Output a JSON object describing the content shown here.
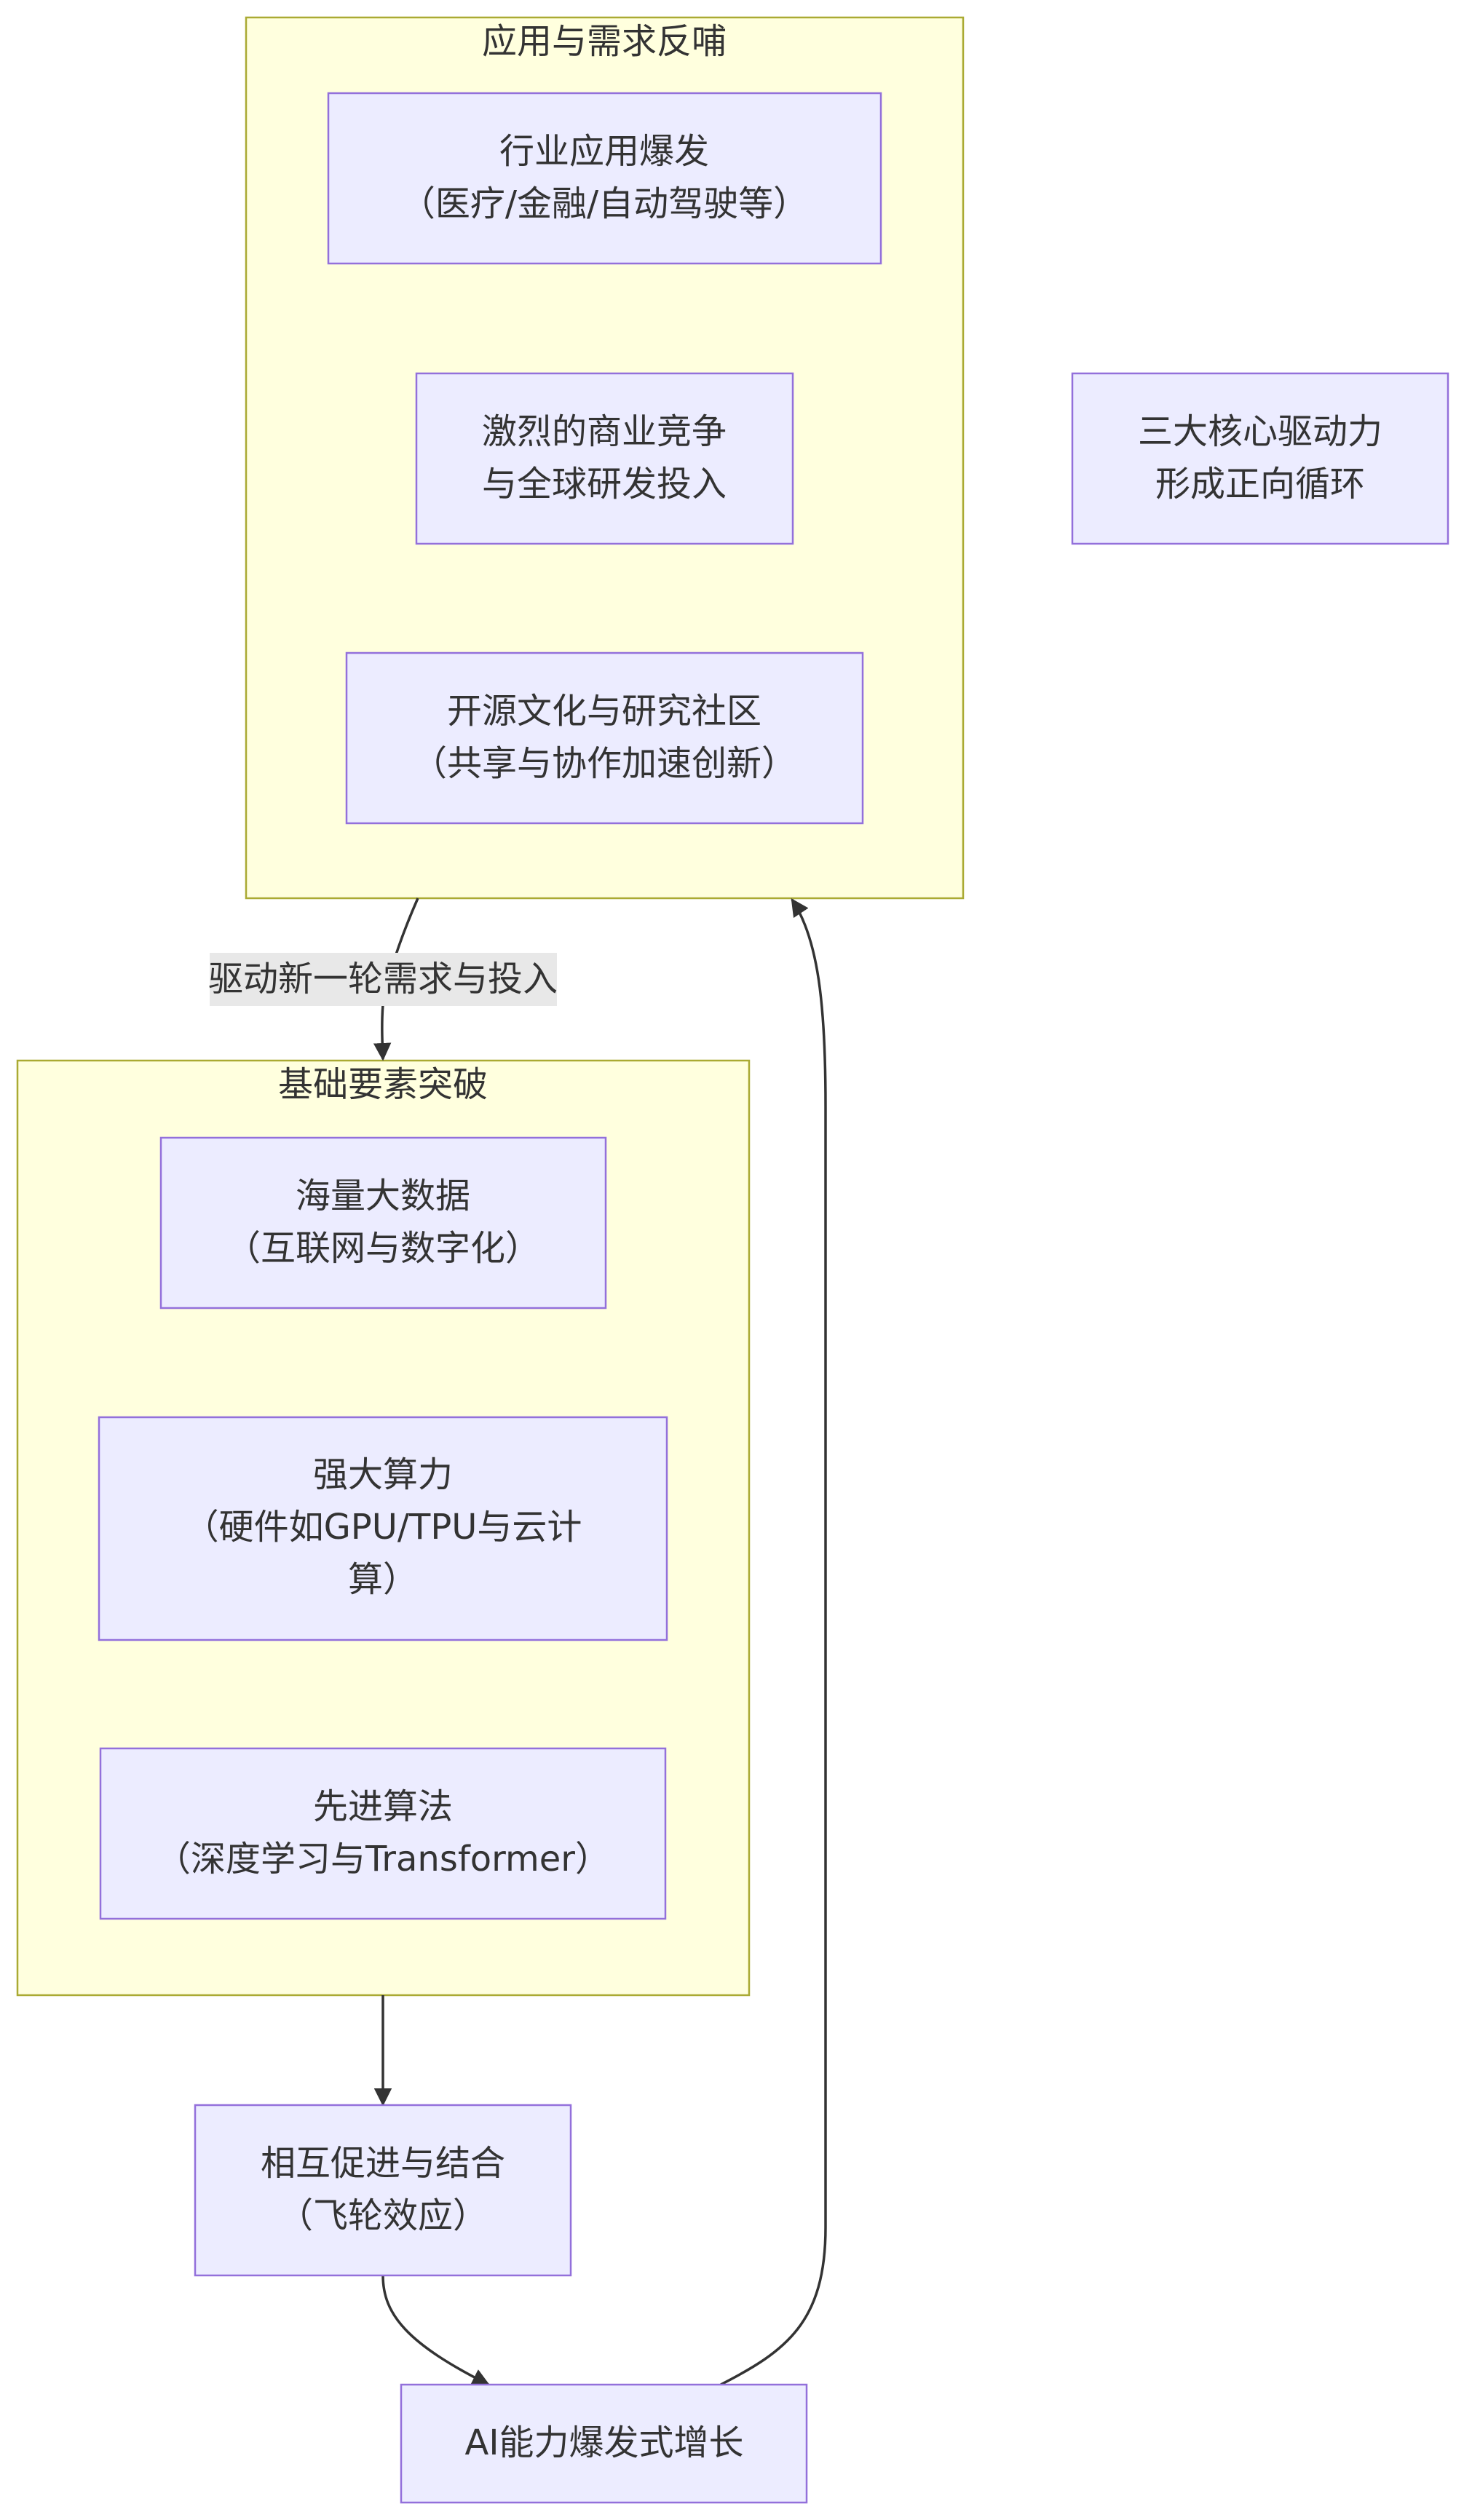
{
  "clusters": {
    "feedback": {
      "title": "应用与需求反哺"
    },
    "foundation": {
      "title": "基础要素突破"
    }
  },
  "nodes": {
    "industry": {
      "lines": [
        "行业应用爆发",
        "（医疗/金融/自动驾驶等）"
      ]
    },
    "competition": {
      "lines": [
        "激烈的商业竞争",
        "与全球研发投入"
      ]
    },
    "opensource": {
      "lines": [
        "开源文化与研究社区",
        "（共享与协作加速创新）"
      ]
    },
    "drivers": {
      "lines": [
        "三大核心驱动力",
        "形成正向循环"
      ]
    },
    "data": {
      "lines": [
        "海量大数据",
        "（互联网与数字化）"
      ]
    },
    "compute": {
      "lines": [
        "强大算力",
        "（硬件如GPU/TPU与云计",
        "算）"
      ]
    },
    "algorithm": {
      "lines": [
        "先进算法",
        "（深度学习与Transformer）"
      ]
    },
    "flywheel": {
      "lines": [
        "相互促进与结合",
        "（飞轮效应）"
      ]
    },
    "growth": {
      "lines": [
        "AI能力爆发式增长"
      ]
    }
  },
  "edges": {
    "feedback_to_foundation": {
      "label": "驱动新一轮需求与投入"
    }
  },
  "colors": {
    "cluster_fill": "#ffffde",
    "cluster_stroke": "#aaaa33",
    "node_fill": "#ececff",
    "node_stroke": "#9370db",
    "edge": "#333333",
    "edge_label_bg": "#e8e8e8"
  }
}
